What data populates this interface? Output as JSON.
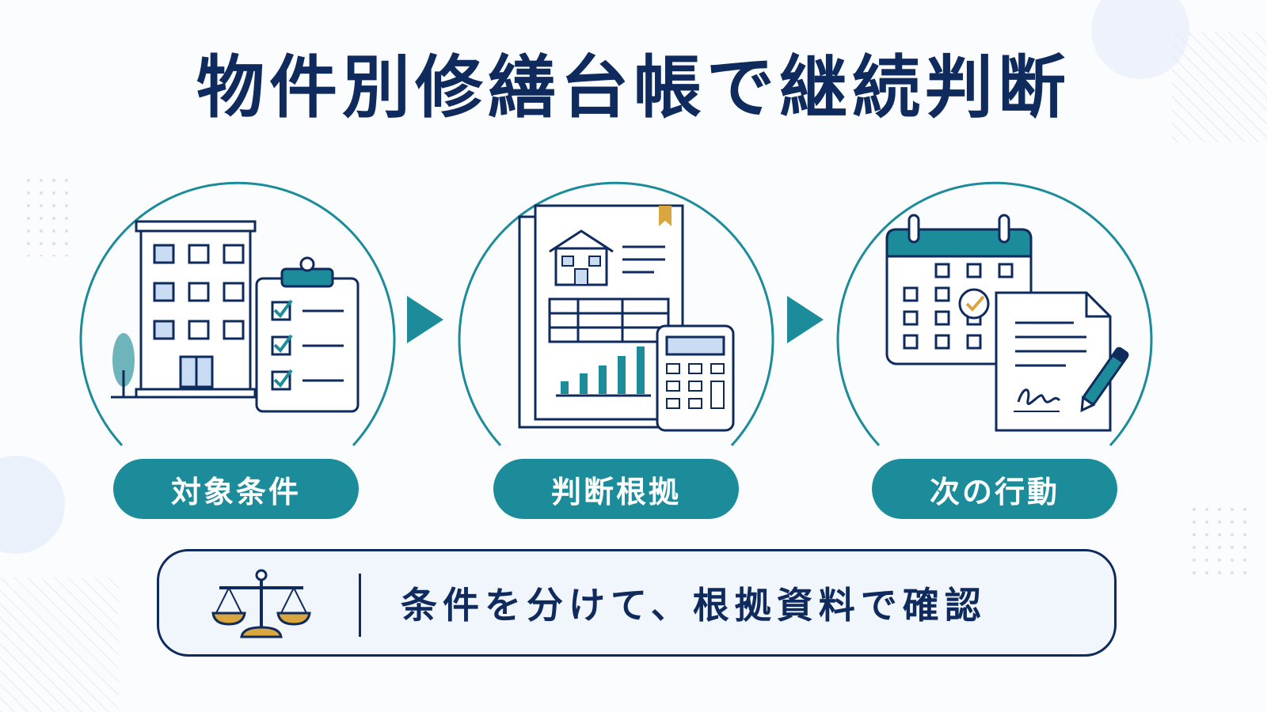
{
  "title": "物件別修繕台帳で継続判断",
  "steps": [
    {
      "label": "対象条件",
      "icon": "building-checklist-icon"
    },
    {
      "label": "判断根拠",
      "icon": "document-calculator-icon"
    },
    {
      "label": "次の行動",
      "icon": "calendar-contract-icon"
    }
  ],
  "banner": {
    "icon": "balance-scale-icon",
    "text": "条件を分けて、根拠資料で確認"
  },
  "colors": {
    "navy": "#0f2a5c",
    "teal": "#1c8c9a",
    "light_blue": "#dce8f8",
    "gold": "#d9a640"
  }
}
